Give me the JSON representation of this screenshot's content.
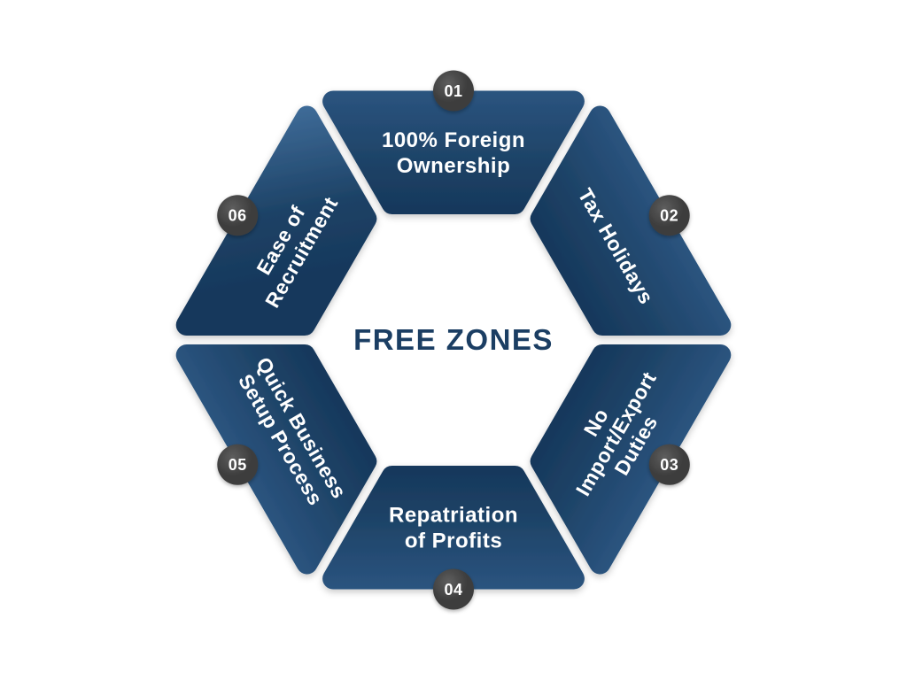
{
  "title": "FREE ZONES",
  "colors": {
    "background": "#ffffff",
    "segment_dark": "#16375b",
    "segment_base": "#1d4266",
    "segment_light": "#2b547f",
    "segment_highlight": "#43719f",
    "label_text": "#ffffff",
    "badge_bg": "#3d3d3d",
    "badge_bg_edge": "#5e5e5e",
    "badge_text": "#ffffff",
    "title_color": "#1b3e63"
  },
  "segments": [
    {
      "number": "01",
      "label": "100% Foreign Ownership",
      "lines": [
        "100% Foreign",
        "Ownership"
      ]
    },
    {
      "number": "02",
      "label": "Tax Holidays",
      "lines": [
        "Tax Holidays"
      ]
    },
    {
      "number": "03",
      "label": "No Import/Export Duties",
      "lines": [
        "No",
        "Import/Export",
        "Duties"
      ]
    },
    {
      "number": "04",
      "label": "Repatriation of Profits",
      "lines": [
        "Repatriation",
        "of Profits"
      ]
    },
    {
      "number": "05",
      "label": "Quick Business Setup Process",
      "lines": [
        "Quick Business",
        "Setup Process"
      ]
    },
    {
      "number": "06",
      "label": "Ease of Recruitment",
      "lines": [
        "Ease of",
        "Recruitment"
      ]
    }
  ]
}
